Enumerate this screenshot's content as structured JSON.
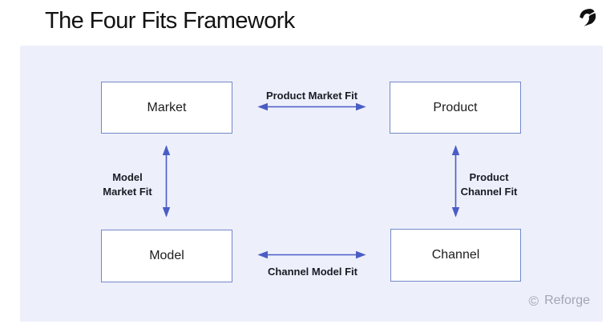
{
  "slide": {
    "title": "The Four Fits Framework"
  },
  "diagram": {
    "nodes": [
      {
        "label": "Market"
      },
      {
        "label": "Product"
      },
      {
        "label": "Model"
      },
      {
        "label": "Channel"
      }
    ],
    "fits": {
      "product_market": "Product Market Fit",
      "model_market": {
        "line1": "Model",
        "line2": "Market Fit"
      },
      "product_channel": {
        "line1": "Product",
        "line2": "Channel Fit"
      },
      "channel_model": "Channel Model Fit"
    }
  },
  "footer": {
    "copyright_symbol": "©",
    "watermark": "Reforge"
  },
  "colors": {
    "panel_bg": "#edeffb",
    "node_border": "#7288c9",
    "arrow": "#4a5dc4",
    "title_text": "#131313",
    "fit_label_text": "#191c23",
    "watermark_text": "#a2a7b4"
  }
}
